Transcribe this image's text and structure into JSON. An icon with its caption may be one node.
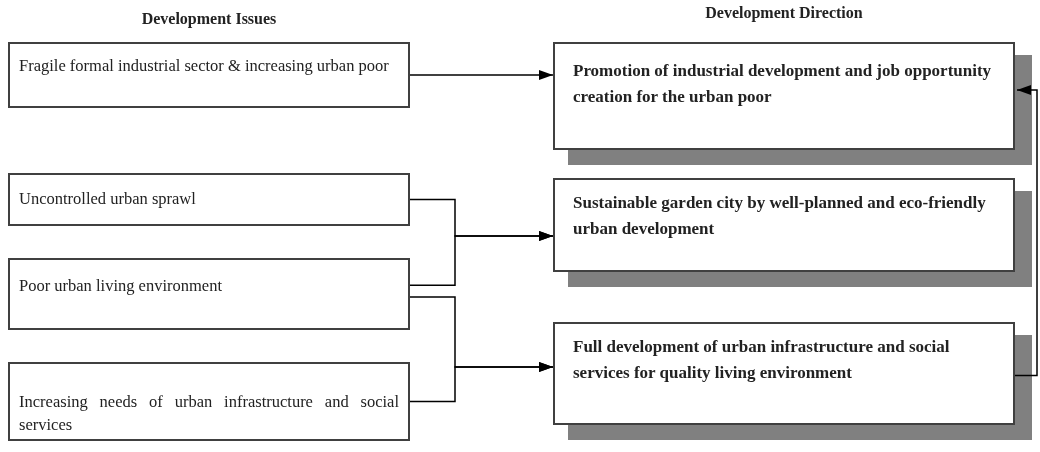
{
  "diagram": {
    "nodes": [
      {
        "text": [
          "Fragile formal industrial sector & increasing urban poor"
        ]
      },
      {
        "text": [
          "Uncontrolled urban sprawl"
        ]
      },
      {
        "text": [
          "Poor urban living environment"
        ]
      },
      {
        "text": [
          "Increasing needs of urban infrastructure and social services"
        ]
      },
      {
        "text": [
          "Promotion of industrial development and job opportunity creation for the urban poor"
        ]
      },
      {
        "text": [
          "Sustainable garden city by well-planned and eco-friendly urban development"
        ]
      },
      {
        "text": [
          "Full development of urban infrastructure and social services for quality living environment"
        ]
      }
    ],
    "edges": [
      {
        "from": 0,
        "to": 4,
        "arrow": "to"
      },
      {
        "from": 1,
        "to": 5,
        "arrow": "to"
      },
      {
        "from": 2,
        "to": 5,
        "arrow": "to"
      },
      {
        "from": 2,
        "to": 6,
        "arrow": "to"
      },
      {
        "from": 3,
        "to": 6,
        "arrow": "to"
      },
      {
        "from": 6,
        "to": 4,
        "arrow": "to"
      }
    ],
    "labels": [
      "Development Issues",
      "Development Direction"
    ]
  }
}
